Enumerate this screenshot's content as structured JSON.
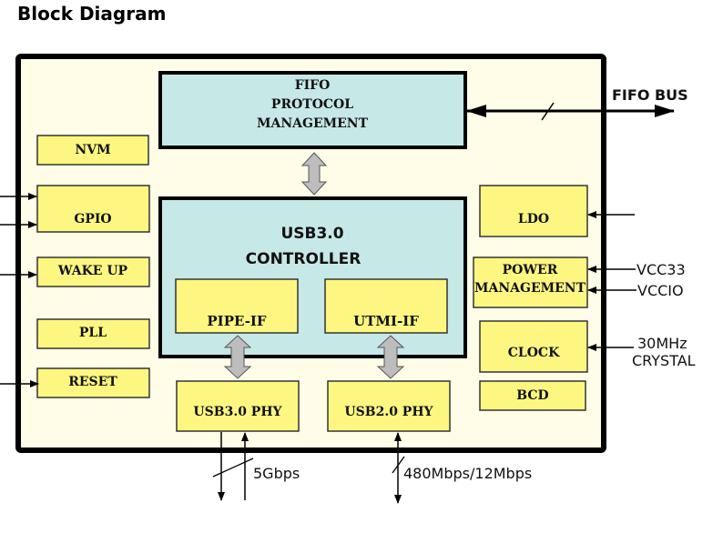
{
  "title": "Block Diagram",
  "colors": {
    "chip_background": "#fffde8",
    "major_block": "#c6e9e7",
    "minor_block": "#fdf781",
    "bus_arrow": "#bdbdbd",
    "border": "#000000"
  },
  "blocks": {
    "fifo": [
      "FIFO",
      "PROTOCOL",
      "MANAGEMENT"
    ],
    "controller": [
      "USB3.0",
      "CONTROLLER"
    ],
    "pipe_if": "PIPE-IF",
    "utmi_if": "UTMI-IF",
    "usb3_phy": "USB3.0 PHY",
    "usb2_phy": "USB2.0 PHY",
    "nvm": "NVM",
    "gpio": "GPIO",
    "wake_up": "WAKE UP",
    "pll": "PLL",
    "reset": "RESET",
    "ldo": "LDO",
    "power": [
      "POWER",
      "MANAGEMENT"
    ],
    "clock": "CLOCK",
    "bcd": "BCD"
  },
  "signals": {
    "fifo_bus": "FIFO BUS",
    "vcc33": "VCC33",
    "vccio": "VCCIO",
    "crystal": [
      "30MHz",
      "CRYSTAL"
    ],
    "usb3_speed": "5Gbps",
    "usb2_speed": "480Mbps/12Mbps"
  }
}
